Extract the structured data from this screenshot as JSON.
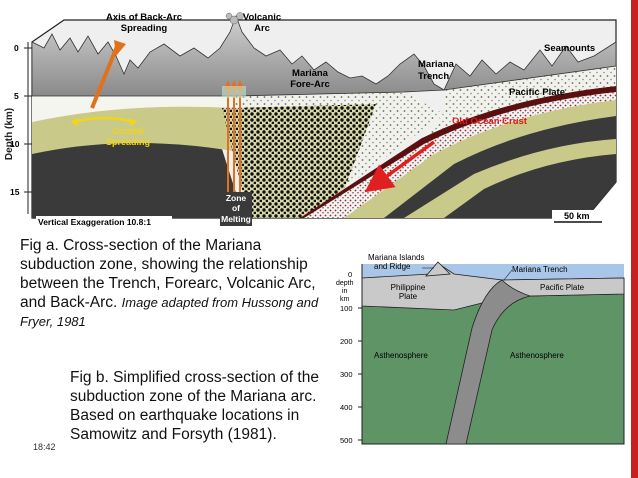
{
  "figure_a": {
    "labels": {
      "back_arc_axis": [
        "Axis of Back-Arc",
        "Spreading"
      ],
      "volcanic_arc": [
        "Volcanic",
        "Arc"
      ],
      "fore_arc": [
        "Mariana",
        "Fore-Arc"
      ],
      "trench": [
        "Mariana",
        "Trench"
      ],
      "seamounts": "Seamounts",
      "pacific_plate": "Pacific Plate",
      "old_ocean_crust": "Old Ocean Crust",
      "crustal_spreading": [
        "Crustal",
        "Spreading"
      ],
      "zone_of_melting": [
        "Zone",
        "of",
        "Melting"
      ],
      "vertical_exaggeration": "Vertical Exaggeration 10.8:1",
      "scale": "50 km"
    },
    "depth_axis": {
      "title": "Depth (km)",
      "ticks": [
        "0",
        "5",
        "10",
        "15"
      ]
    },
    "colors": {
      "sky": "#ffffff",
      "crust": "#c9ca8a",
      "mantle": "#3a3a3a",
      "melt_arrow": "#e0721d",
      "subduction_arrow": "#e02020",
      "labels_red": "#e01818"
    }
  },
  "figure_b": {
    "labels": {
      "islands": [
        "Mariana Islands",
        "and Ridge"
      ],
      "trench": "Mariana Trench",
      "philippine_plate": [
        "Philippine",
        "Plate"
      ],
      "pacific_plate": "Pacific Plate",
      "asthenosphere_left": "Asthenosphere",
      "asthenosphere_right": "Asthenosphere"
    },
    "depth_axis": {
      "title": [
        "depth",
        "in",
        "km"
      ],
      "ticks": [
        "0",
        "100",
        "200",
        "300",
        "400",
        "500"
      ]
    },
    "colors": {
      "ocean": "#a9c6e8",
      "plate": "#c9c9c9",
      "slab": "#8c8c8c",
      "asthenosphere": "#5f9466"
    }
  },
  "captions": {
    "fig_a_text": "Fig a. Cross-section of the Mariana subduction zone, showing the relationship between the Trench, Forearc, Volcanic Arc, and Back-Arc.",
    "fig_a_credit": "Image adapted from Hussong and Fryer, 1981",
    "fig_b_text": "Fig b. Simplified cross-section of the subduction zone of the Mariana arc. Based on earthquake locations in Samowitz and Forsyth (1981)."
  },
  "timestamp": "18:42"
}
